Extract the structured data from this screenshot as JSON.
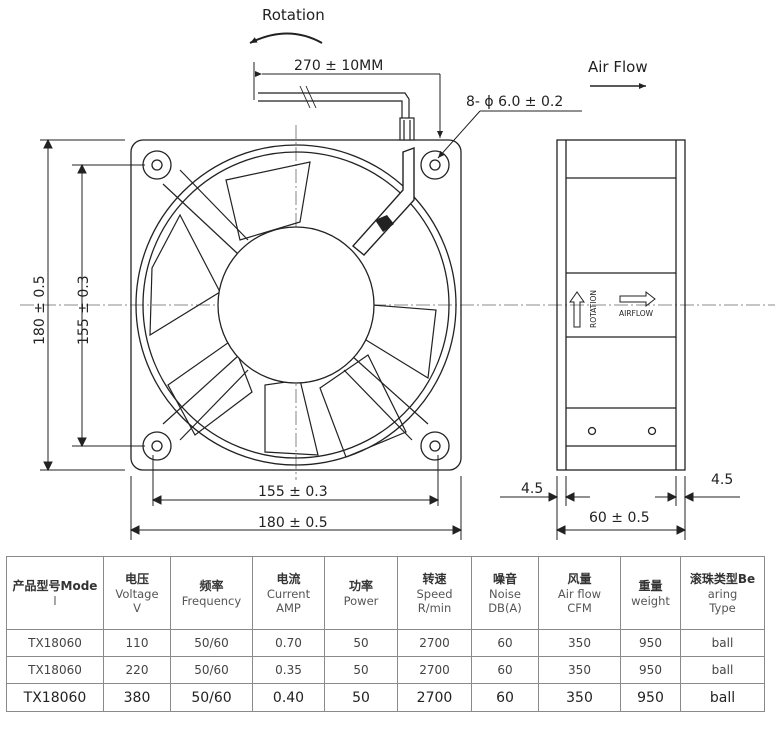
{
  "diagram": {
    "rotation_label": "Rotation",
    "airflow_label": "Air Flow",
    "lead_length": "270 ± 10MM",
    "mount_holes": "8- ϕ 6.0 ± 0.2",
    "height_outer": "180 ± 0.5",
    "height_inner": "155 ± 0.3",
    "width_inner": "155 ± 0.3",
    "width_outer": "180 ± 0.5",
    "side_rotation_text": "ROTATION",
    "side_airflow_text": "AIRFLOW",
    "side_flange_left": "4.5",
    "side_flange_right": "4.5",
    "side_depth": "60 ± 0.5"
  },
  "table": {
    "headers": [
      {
        "zh": "产品型号Mode",
        "en": "l"
      },
      {
        "zh": "电压",
        "en": "Voltage\nV"
      },
      {
        "zh": "频率",
        "en": "Frequency"
      },
      {
        "zh": "电流",
        "en": "Current\nAMP"
      },
      {
        "zh": "功率",
        "en": "Power"
      },
      {
        "zh": "转速",
        "en": "Speed\nR/min"
      },
      {
        "zh": "噪音",
        "en": "Noise\nDB(A)"
      },
      {
        "zh": "风量",
        "en": "Air flow\nCFM"
      },
      {
        "zh": "重量",
        "en": "weight"
      },
      {
        "zh": "滚珠类型Be",
        "en": "aring\nType"
      }
    ],
    "rows": [
      [
        "TX18060",
        "110",
        "50/60",
        "0.70",
        "50",
        "2700",
        "60",
        "350",
        "950",
        "ball"
      ],
      [
        "TX18060",
        "220",
        "50/60",
        "0.35",
        "50",
        "2700",
        "60",
        "350",
        "950",
        "ball"
      ],
      [
        "TX18060",
        "380",
        "50/60",
        "0.40",
        "50",
        "2700",
        "60",
        "350",
        "950",
        "ball"
      ]
    ]
  }
}
